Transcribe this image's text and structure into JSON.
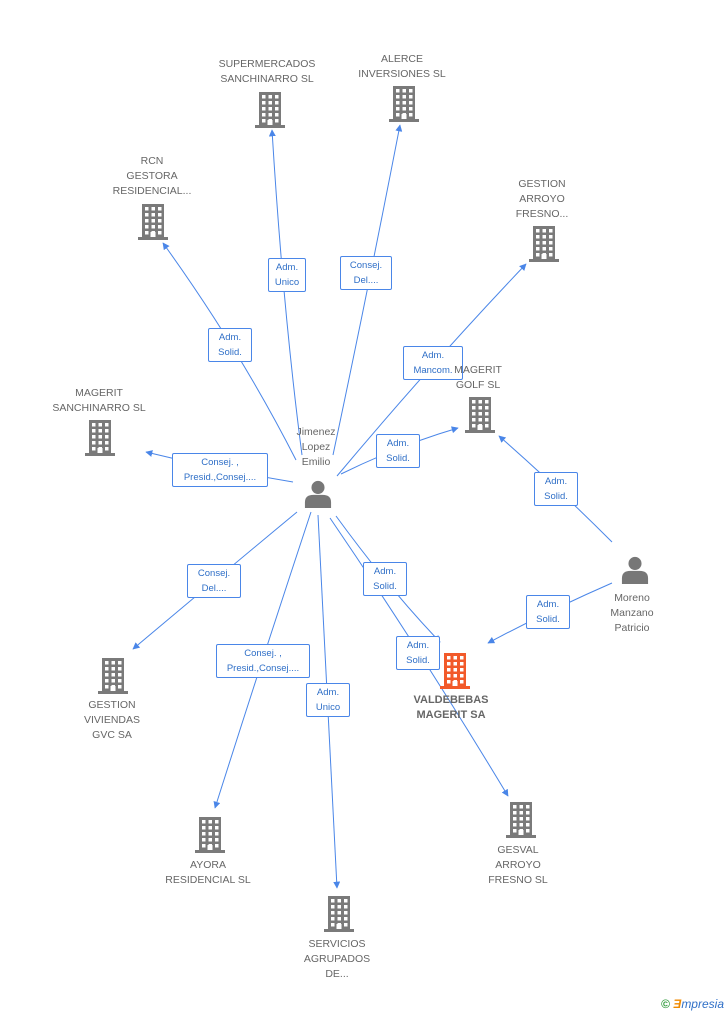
{
  "colors": {
    "edge": "#4a86e8",
    "company": "#7a7a7a",
    "focus": "#f25a2a",
    "person": "#777777"
  },
  "nodes": {
    "supermercados": {
      "label": "SUPERMERCADOS\nSANCHINARRO SL",
      "icon": "building-icon"
    },
    "alerce": {
      "label": "ALERCE\nINVERSIONES SL",
      "icon": "building-icon"
    },
    "rcn": {
      "label": "RCN\nGESTORA\nRESIDENCIAL...",
      "icon": "building-icon"
    },
    "gestion_arroyo": {
      "label": "GESTION\nARROYO\nFRESNO...",
      "icon": "building-icon"
    },
    "magerit_sanchinarro": {
      "label": "MAGERIT\nSANCHINARRO SL",
      "icon": "building-icon"
    },
    "magerit_golf": {
      "label": "MAGERIT\nGOLF SL",
      "icon": "building-icon"
    },
    "jimenez": {
      "label": "Jimenez\nLopez\nEmilio",
      "icon": "person-icon"
    },
    "moreno": {
      "label": "Moreno\nManzano\nPatricio",
      "icon": "person-icon"
    },
    "gestion_viviendas": {
      "label": "GESTION\nVIVIENDAS\nGVC SA",
      "icon": "building-icon"
    },
    "valdebebas": {
      "label": "VALDEBEBAS\nMAGERIT SA",
      "icon": "building-icon"
    },
    "gesval": {
      "label": "GESVAL\nARROYO\nFRESNO  SL",
      "icon": "building-icon"
    },
    "ayora": {
      "label": "AYORA\nRESIDENCIAL SL",
      "icon": "building-icon"
    },
    "servicios": {
      "label": "SERVICIOS\nAGRUPADOS\nDE...",
      "icon": "building-icon"
    }
  },
  "edges": [
    {
      "from": "jimenez",
      "to": "supermercados",
      "label": "Adm.\nUnico"
    },
    {
      "from": "jimenez",
      "to": "alerce",
      "label": "Consej.\nDel...."
    },
    {
      "from": "jimenez",
      "to": "rcn",
      "label": "Adm.\nSolid."
    },
    {
      "from": "jimenez",
      "to": "gestion_arroyo",
      "label": "Adm.\nMancom."
    },
    {
      "from": "jimenez",
      "to": "magerit_golf",
      "label": "Adm.\nSolid."
    },
    {
      "from": "jimenez",
      "to": "magerit_sanchinarro",
      "label": "Consej. ,\nPresid.,Consej...."
    },
    {
      "from": "jimenez",
      "to": "gestion_viviendas",
      "label": "Consej.\nDel...."
    },
    {
      "from": "jimenez",
      "to": "ayora",
      "label": "Consej. ,\nPresid.,Consej...."
    },
    {
      "from": "jimenez",
      "to": "servicios",
      "label": "Adm.\nUnico"
    },
    {
      "from": "jimenez",
      "to": "gesval",
      "label": "Adm.\nSolid."
    },
    {
      "from": "jimenez",
      "to": "valdebebas",
      "label": "Adm.\nSolid."
    },
    {
      "from": "moreno",
      "to": "magerit_golf",
      "label": "Adm.\nSolid."
    },
    {
      "from": "moreno",
      "to": "valdebebas",
      "label": "Adm.\nSolid."
    }
  ],
  "brand": {
    "copyright": "©",
    "e": "Ǝ",
    "rest": "mpresia"
  }
}
